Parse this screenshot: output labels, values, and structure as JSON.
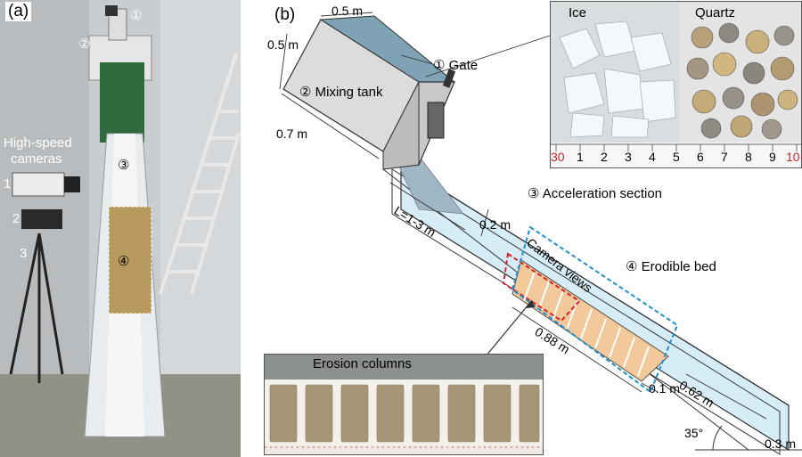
{
  "panel_a": {
    "tag": "(a)",
    "marker_1": "①",
    "marker_2": "②",
    "marker_3": "③",
    "marker_4": "④",
    "cameras_label_line1": "High-speed",
    "cameras_label_line2": "cameras",
    "camera_num_1": "1",
    "camera_num_2": "2",
    "camera_num_3": "3"
  },
  "panel_b": {
    "tag": "(b)",
    "dim_tank_width": "0.5 m",
    "dim_tank_height": "0.5 m",
    "dim_tank_length": "0.7 m",
    "gate_label": "① Gate",
    "mixing_tank_label": "② Mixing tank",
    "acceleration_label": "③ Acceleration section",
    "length_label": "L=1-3 m",
    "dim_flume_height": "0.2 m",
    "camera_views_label": "Camera views",
    "erodible_bed_label": "④ Erodible bed",
    "dim_bed_length": "0.88 m",
    "dim_bed_width": "0.1 m",
    "dim_flume_width": "0.62 m",
    "slope_angle": "35°",
    "dim_base": "0.3 m"
  },
  "ice_inset": {
    "ice_label": "Ice",
    "quartz_label": "Quartz",
    "ruler_numbers": [
      "30",
      "1",
      "2",
      "3",
      "4",
      "5",
      "6",
      "7",
      "8",
      "9",
      "10"
    ]
  },
  "erosion_inset": {
    "label": "Erosion columns"
  },
  "colors": {
    "tank_face": "#c8c8c8",
    "tank_side": "#dcdcdc",
    "flume_water": "#d6ecf6",
    "bed_fill": "#f3c89a",
    "camera_box_red": "#d2232a",
    "camera_box_blue": "#1f8fd0"
  }
}
